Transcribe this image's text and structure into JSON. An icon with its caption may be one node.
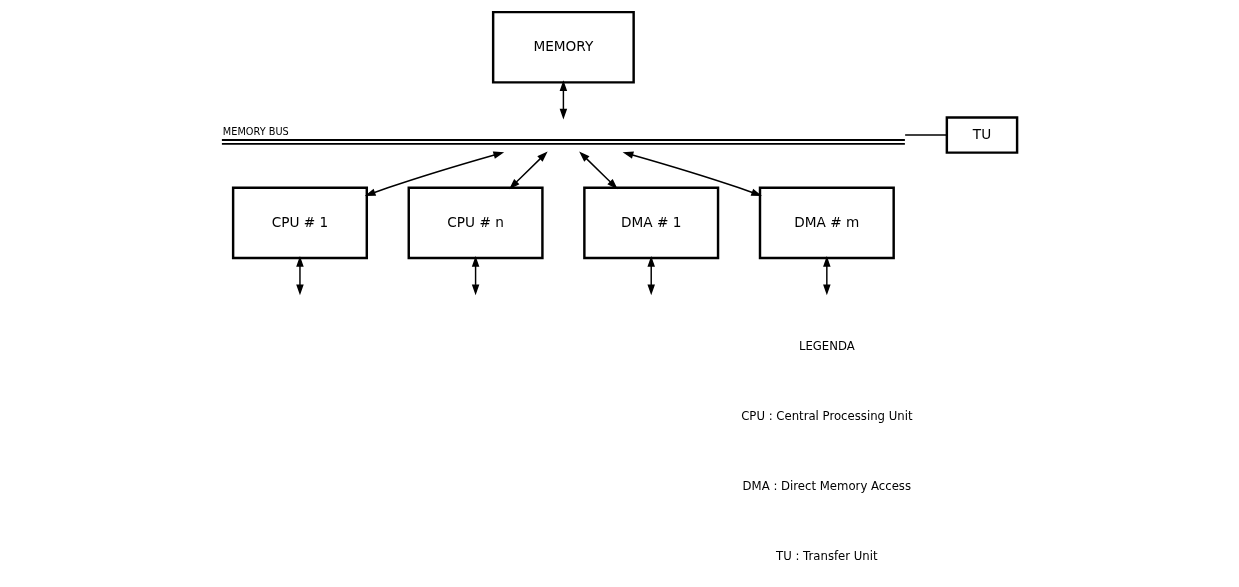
{
  "diagram": {
    "nodes": [
      {
        "text": [
          "MEMORY"
        ]
      },
      {
        "text": [
          "MEMORY BUS"
        ]
      },
      {
        "text": [
          "CPU # 1"
        ]
      },
      {
        "text": [
          "CPU # n"
        ]
      },
      {
        "text": [
          "DMA # 1"
        ]
      },
      {
        "text": [
          "DMA # m"
        ]
      },
      {
        "text": [
          "TU"
        ]
      }
    ],
    "edges": [
      {
        "from": 0,
        "to": 1,
        "arrow": "both"
      },
      {
        "from": 1,
        "to": 2,
        "arrow": "both"
      },
      {
        "from": 1,
        "to": 3,
        "arrow": "both"
      },
      {
        "from": 1,
        "to": 4,
        "arrow": "both"
      },
      {
        "from": 1,
        "to": 5,
        "arrow": "both"
      },
      {
        "from": 1,
        "to": 6,
        "arrow": "none"
      },
      {
        "from": 2,
        "to": null,
        "arrow": "both"
      },
      {
        "from": 3,
        "to": null,
        "arrow": "both"
      },
      {
        "from": 4,
        "to": null,
        "arrow": "both"
      },
      {
        "from": 5,
        "to": null,
        "arrow": "both"
      }
    ],
    "labels": [
      "LEGENDA",
      "CPU : Central Processing Unit",
      "DMA : Direct Memory Access",
      "TU : Transfer Unit"
    ]
  }
}
